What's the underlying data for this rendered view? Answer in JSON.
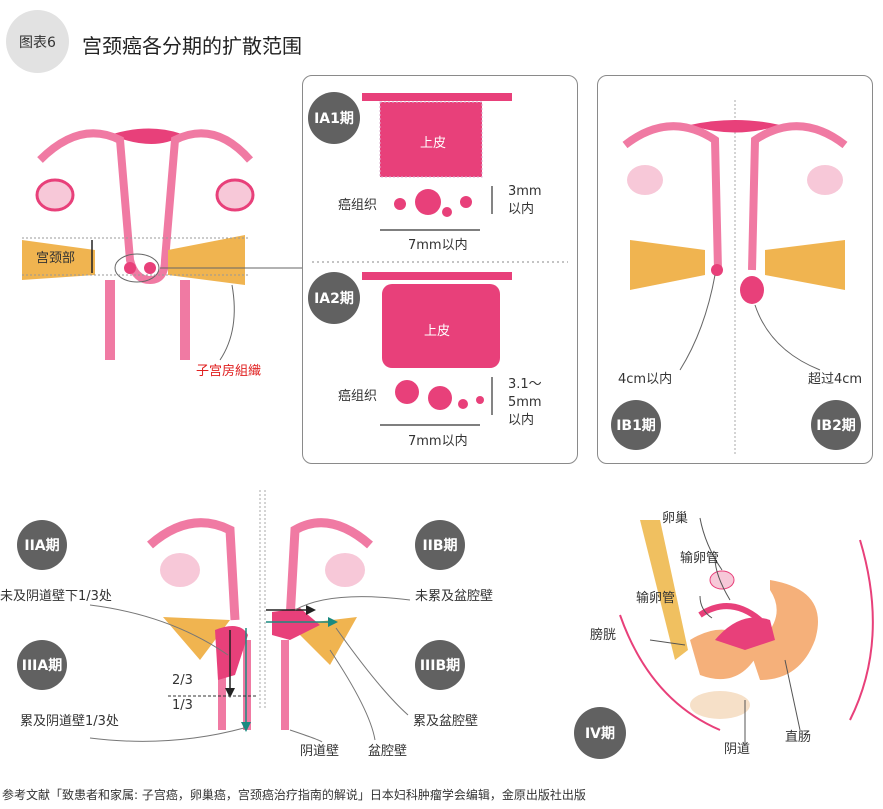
{
  "header": {
    "figure_label": "图表6",
    "title": "宫颈癌各分期的扩散范围"
  },
  "left": {
    "cervix_label": "宫颈部",
    "tissue_label": "子宫房組織"
  },
  "ia": {
    "ia1": {
      "badge": "IA1期",
      "epithelium": "上皮",
      "cancer": "癌组织",
      "depth": [
        "3mm",
        "以内"
      ],
      "width": "7mm以内"
    },
    "ia2": {
      "badge": "IA2期",
      "epithelium": "上皮",
      "cancer": "癌组织",
      "depth": [
        "3.1～",
        "5mm",
        "以内"
      ],
      "width": "7mm以内"
    }
  },
  "ib": {
    "ib1": {
      "badge": "IB1期",
      "label": "4cm以内"
    },
    "ib2": {
      "badge": "IB2期",
      "label": "超过4cm"
    }
  },
  "stage2_3": {
    "iia": {
      "badge": "IIA期",
      "label": "未及阴道壁下1/3处"
    },
    "iiia": {
      "badge": "IIIA期",
      "label": "累及阴道壁1/3处"
    },
    "iib": {
      "badge": "IIB期",
      "label": "未累及盆腔壁"
    },
    "iiib": {
      "badge": "IIIB期",
      "label": "累及盆腔壁"
    },
    "two_thirds": "2/3",
    "one_third": "1/3",
    "vaginal_wall": "阴道壁",
    "pelvic_wall": "盆腔壁"
  },
  "iv": {
    "badge": "IV期",
    "ovary": "卵巢",
    "tube1": "输卵管",
    "tube2": "输卵管",
    "bladder": "膀胱",
    "vagina": "阴道",
    "rectum": "直肠"
  },
  "footer": "参考文献「致患者和家属: 子宫癌，卵巢癌，宫颈癌治疗指南的解说」日本妇科肿瘤学会编辑，金原出版社出版",
  "colors": {
    "pink": "#e8407a",
    "light_pink": "#f5a8c4",
    "ligament": "#f0b450",
    "badge": "#616161",
    "teal": "#1a8a80"
  }
}
